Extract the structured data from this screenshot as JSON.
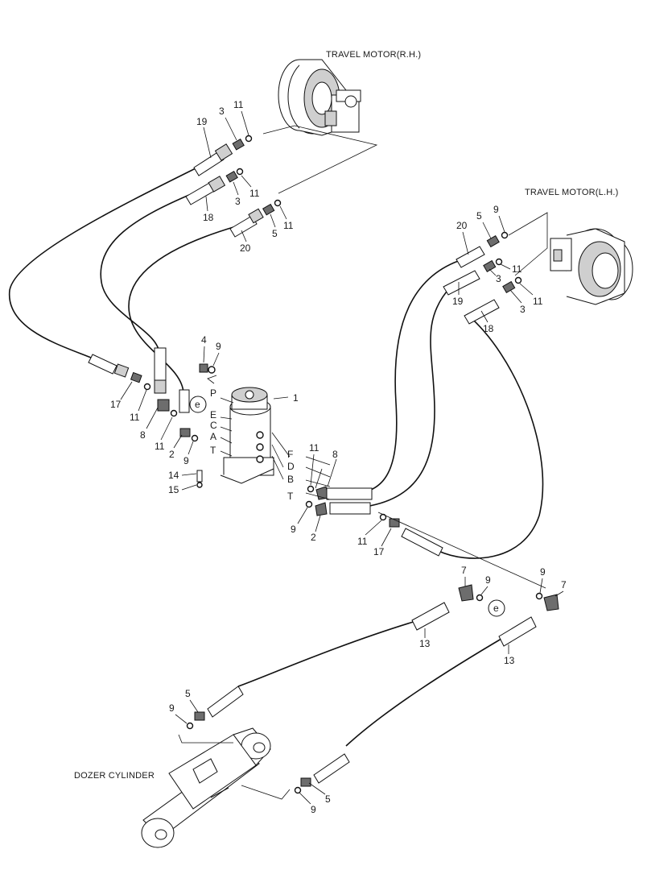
{
  "titles": {
    "travel_motor_rh": "TRAVEL MOTOR(R.H.)",
    "travel_motor_lh": "TRAVEL MOTOR(L.H.)",
    "dozer_cylinder": "DOZER CYLINDER"
  },
  "port_letters": [
    "P",
    "E",
    "C",
    "A",
    "T",
    "F",
    "D",
    "B",
    "T"
  ],
  "reference_mark": "e",
  "callouts": {
    "rh": [
      "19",
      "3",
      "11",
      "3",
      "11",
      "18",
      "5",
      "11",
      "20"
    ],
    "lh": [
      "20",
      "5",
      "9",
      "11",
      "3",
      "19",
      "3",
      "11",
      "18"
    ],
    "center_left": [
      "4",
      "9",
      "17",
      "11",
      "8",
      "11",
      "2",
      "9",
      "14",
      "15"
    ],
    "center_right": [
      "1",
      "11",
      "8",
      "9",
      "2",
      "11",
      "17"
    ],
    "lower": [
      "7",
      "9",
      "9",
      "7",
      "13",
      "13",
      "5",
      "9",
      "5",
      "9"
    ]
  }
}
